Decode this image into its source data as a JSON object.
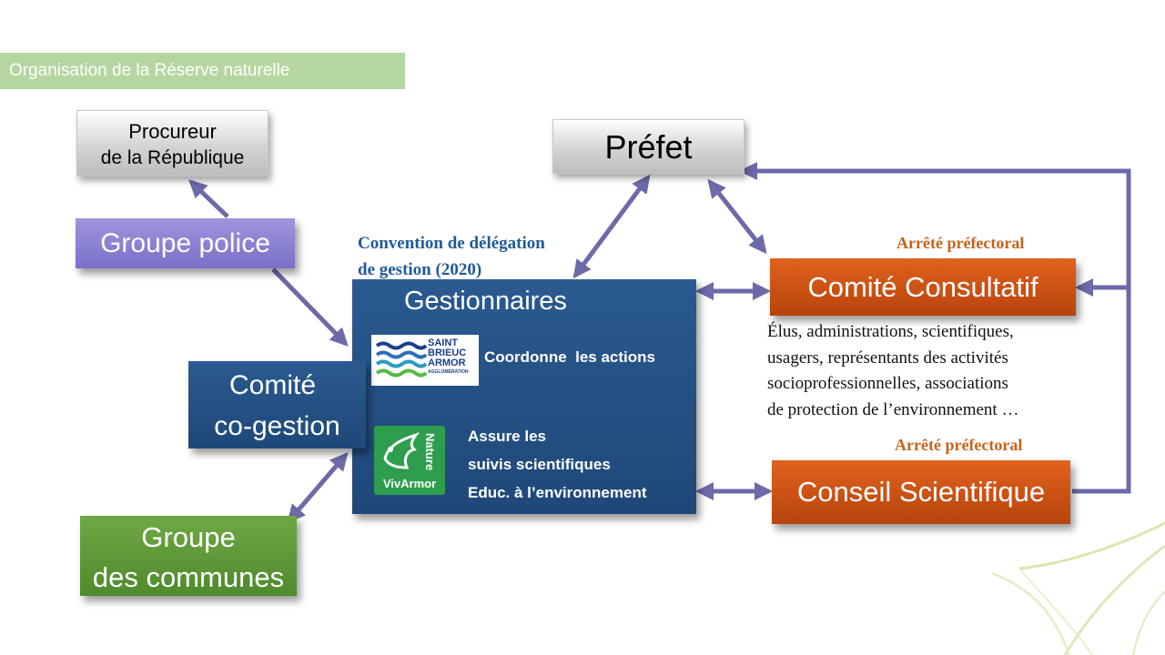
{
  "slide_title": "Organisation de la Réserve naturelle",
  "boxes": {
    "procureur": {
      "line1": "Procureur",
      "line2": "de la République"
    },
    "prefet": {
      "label": "Préfet"
    },
    "groupe_police": {
      "label": "Groupe police"
    },
    "gestionnaires": {
      "title": "Gestionnaires",
      "sba_logo": {
        "line1": "SAINT",
        "line2": "BRIEUC",
        "line3": "ARMOR",
        "line4": "AGGLOMÉRATION"
      },
      "sba_role": "Coordonne  les actions",
      "vivarmor_logo": {
        "name": "VivArmor",
        "tag": "Nature"
      },
      "vivarmor_role": {
        "line1": "Assure les",
        "line2": "suivis scientifiques",
        "line3": "Educ. à l’environnement"
      }
    },
    "comite_cogestion": {
      "line1": "Comité",
      "line2": "co-gestion"
    },
    "groupe_communes": {
      "line1": "Groupe",
      "line2": "des communes"
    },
    "comite_consultatif": {
      "label": "Comité Consultatif"
    },
    "conseil_scientifique": {
      "label": "Conseil Scientifique"
    }
  },
  "annotations": {
    "convention_line1": "Convention de délégation",
    "convention_line2": "de gestion (2020)",
    "arrete_1": "Arrêté préfectoral",
    "arrete_2": "Arrêté préfectoral",
    "members_lines": [
      "Élus, administrations, scientifiques,",
      "usagers, représentants des activités",
      "socioprofessionnelles, associations",
      "de protection de l’environnement …"
    ]
  },
  "colors": {
    "arrow": "#6c6aa8",
    "purple": "#8a80d0",
    "blue": "#24507f",
    "green": "#5f9a38",
    "orange": "#c9500f",
    "convention_text": "#1f5a9a",
    "arrete_text": "#c9621a",
    "banner": "#b5d6a0"
  },
  "icons": [
    "double-arrow-icon",
    "arrow-icon",
    "sba-waves-icon",
    "bird-icon",
    "leaf-decoration-icon"
  ]
}
